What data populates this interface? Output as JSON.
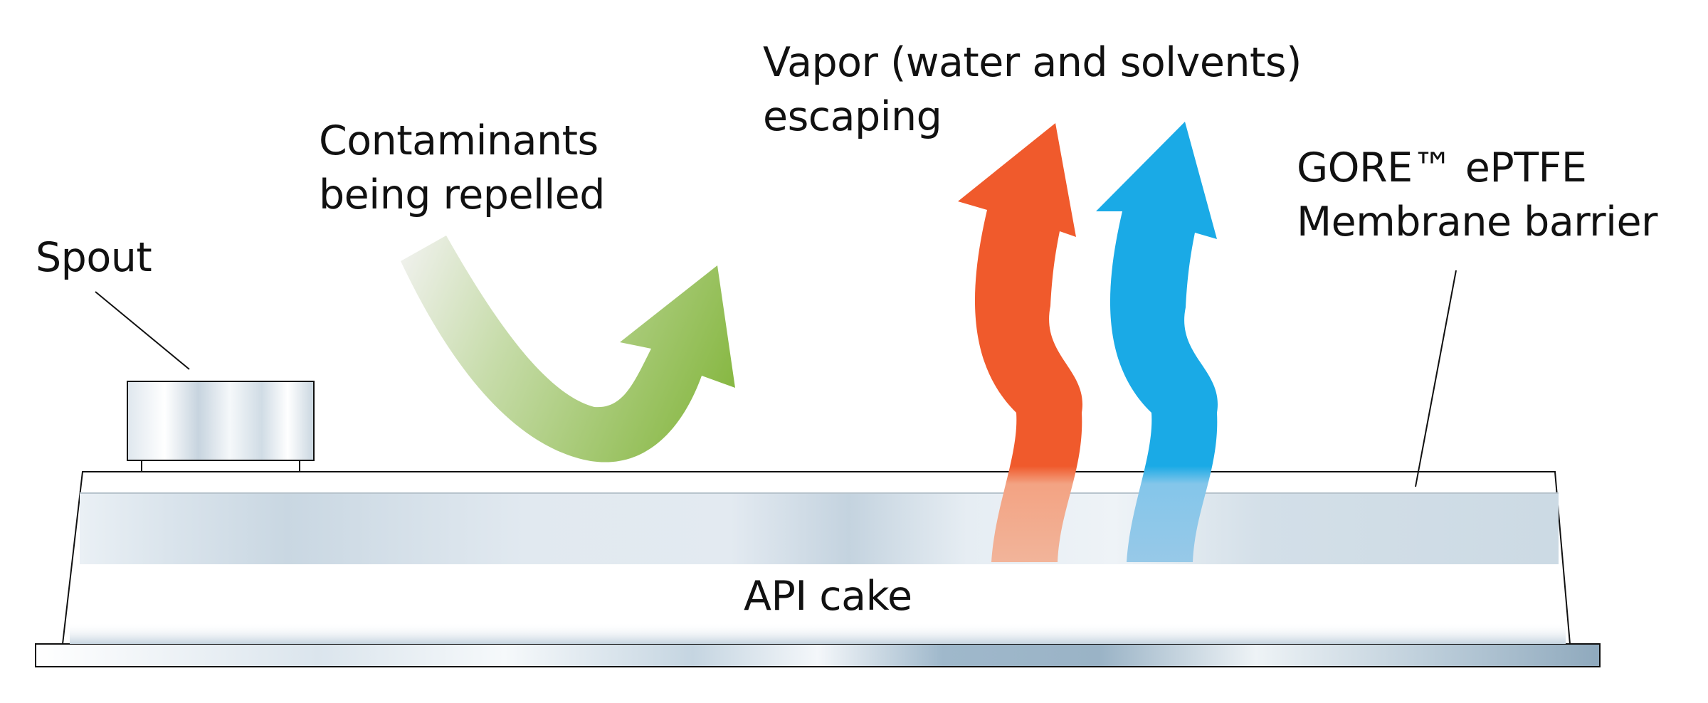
{
  "labels": {
    "spout": "Spout",
    "contaminants": [
      "Contaminants",
      "being repelled"
    ],
    "vapor": [
      "Vapor (water and solvents)",
      "escaping"
    ],
    "membrane": [
      "GORE™ ePTFE",
      "Membrane barrier"
    ],
    "api_cake": "API cake"
  },
  "colors": {
    "contaminant_arrow": "#8cbc46",
    "vapor_arrow_orange": "#f05a2c",
    "vapor_arrow_blue": "#1aaae6",
    "membrane_band": "#d6e2eb",
    "base_tray": "#a5bbcc",
    "outline": "#111111"
  }
}
